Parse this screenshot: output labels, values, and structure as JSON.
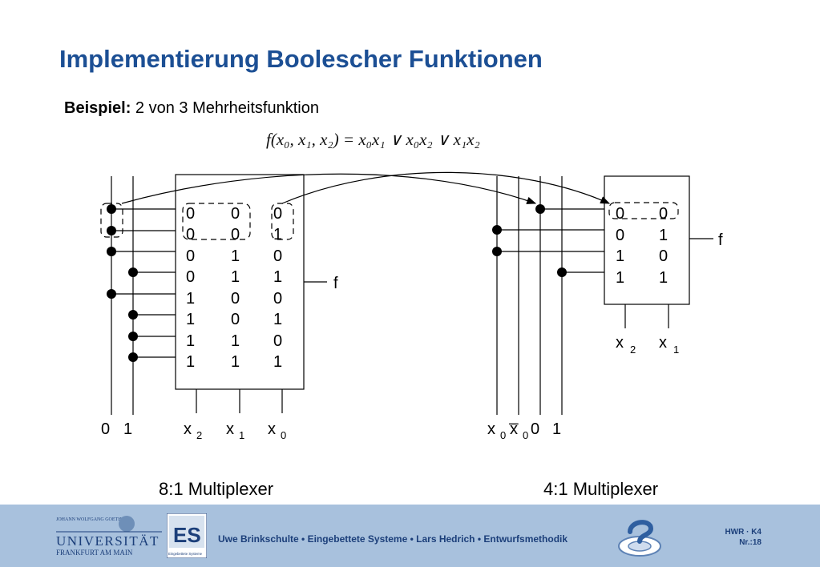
{
  "slide": {
    "title": "Implementierung Boolescher Funktionen",
    "example_label": "Beispiel:",
    "example_text": " 2 von 3 Mehrheitsfunktion",
    "formula": "f(x₀, x₁, x₂) = x₀x₁ ∨ x₀x₂ ∨ x₁x₂"
  },
  "mux8": {
    "caption": "8:1 Multiplexer",
    "output": "f",
    "truth_table": [
      [
        "0",
        "0",
        "0"
      ],
      [
        "0",
        "0",
        "1"
      ],
      [
        "0",
        "1",
        "0"
      ],
      [
        "0",
        "1",
        "1"
      ],
      [
        "1",
        "0",
        "0"
      ],
      [
        "1",
        "0",
        "1"
      ],
      [
        "1",
        "1",
        "0"
      ],
      [
        "1",
        "1",
        "1"
      ]
    ],
    "const_0": "0",
    "const_1": "1",
    "selects": [
      {
        "var": "x",
        "sub": "2"
      },
      {
        "var": "x",
        "sub": "1"
      },
      {
        "var": "x",
        "sub": "0"
      }
    ]
  },
  "mux4": {
    "caption": "4:1 Multiplexer",
    "output": "f",
    "truth_table": [
      [
        "0",
        "0"
      ],
      [
        "0",
        "1"
      ],
      [
        "1",
        "0"
      ],
      [
        "1",
        "1"
      ]
    ],
    "selects": [
      {
        "var": "x",
        "sub": "2"
      },
      {
        "var": "x",
        "sub": "1"
      }
    ],
    "inputs": [
      {
        "var": "x",
        "sub": "0"
      },
      {
        "var": "x̅",
        "sub": "0"
      },
      {
        "var": "0",
        "sub": ""
      },
      {
        "var": "1",
        "sub": ""
      }
    ]
  },
  "footer": {
    "university_line1": "JOHANN WOLFGANG GOETHE",
    "university_line2": "UNIVERSITÄT",
    "university_line3": "FRANKFURT AM MAIN",
    "es_logo_text": "ES",
    "es_logo_sub": "Eingebettete Systeme",
    "text": "Uwe Brinkschulte • Eingebettete Systeme • Lars Hedrich • Entwurfsmethodik",
    "course": "HWR · K4",
    "slide_number": "Nr.:18",
    "colors": {
      "band": "#a8c1dd",
      "title": "#1c4f94",
      "text": "#1c3f7a"
    }
  }
}
